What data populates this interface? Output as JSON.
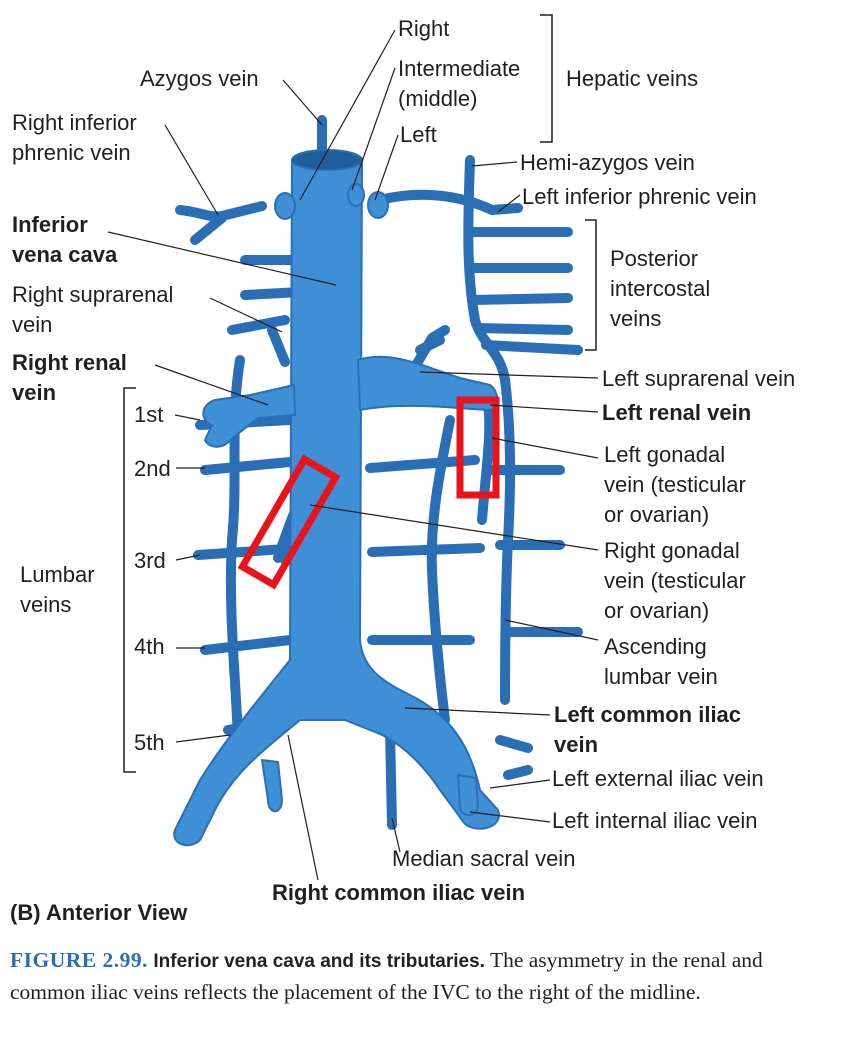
{
  "labels": {
    "right": "Right",
    "intermediate_1": "Intermediate",
    "intermediate_2": "(middle)",
    "left": "Left",
    "hepatic_veins": "Hepatic veins",
    "azygos_vein": "Azygos vein",
    "right_inferior_phrenic_1": "Right inferior",
    "right_inferior_phrenic_2": "phrenic vein",
    "hemi_azygos_vein": "Hemi-azygos vein",
    "left_inferior_phrenic_vein": "Left inferior phrenic vein",
    "ivc_1": "Inferior",
    "ivc_2": "vena cava",
    "posterior_intercostal_1": "Posterior",
    "posterior_intercostal_2": "intercostal",
    "posterior_intercostal_3": "veins",
    "right_suprarenal_1": "Right suprarenal",
    "right_suprarenal_2": "vein",
    "right_renal_1": "Right renal",
    "right_renal_2": "vein",
    "left_suprarenal_vein": "Left suprarenal vein",
    "left_renal_vein": "Left renal vein",
    "left_gonadal_1": "Left gonadal",
    "left_gonadal_2": "vein (testicular",
    "left_gonadal_3": "or ovarian)",
    "right_gonadal_1": "Right gonadal",
    "right_gonadal_2": "vein (testicular",
    "right_gonadal_3": "or ovarian)",
    "ascending_lumbar_1": "Ascending",
    "ascending_lumbar_2": "lumbar vein",
    "left_common_iliac_1": "Left common iliac",
    "left_common_iliac_2": "vein",
    "left_external_iliac_vein": "Left external iliac vein",
    "left_internal_iliac_vein": "Left internal iliac vein",
    "median_sacral_vein": "Median sacral vein",
    "right_common_iliac_vein": "Right common iliac vein",
    "lumbar_1": "Lumbar",
    "lumbar_2": "veins",
    "first": "1st",
    "second": "2nd",
    "third": "3rd",
    "fourth": "4th",
    "fifth": "5th"
  },
  "view_label": "(B) Anterior View",
  "caption": {
    "figure": "FIGURE 2.99.",
    "title": "Inferior vena cava and its tributaries.",
    "body": "The asymmetry in the renal and common iliac veins reflects the placement of the IVC to the right of the midline."
  },
  "colors": {
    "vein_fill": "#3f8fd6",
    "vein_stroke": "#2a6fb5",
    "highlight": "#e8131b",
    "leader": "#231f20",
    "figure_label": "#2a6fb5"
  }
}
